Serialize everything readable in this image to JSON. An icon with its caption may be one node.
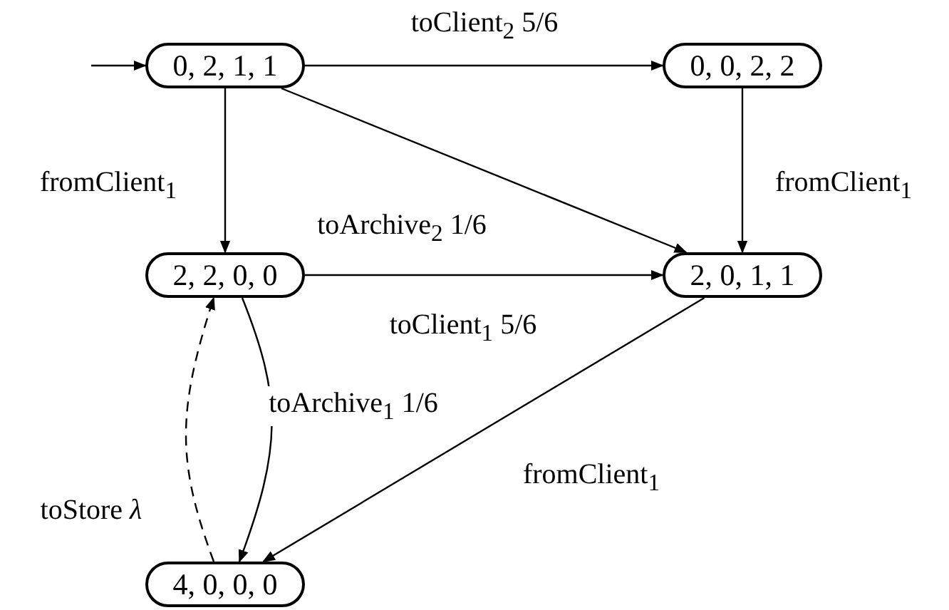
{
  "diagram": {
    "nodes": [
      {
        "text": [
          "0, 2, 1, 1"
        ]
      },
      {
        "text": [
          "0, 0, 2, 2"
        ]
      },
      {
        "text": [
          "2, 2, 0, 0"
        ]
      },
      {
        "text": [
          "2, 0, 1, 1"
        ]
      },
      {
        "text": [
          "4, 0, 0, 0"
        ]
      }
    ],
    "edges": [
      {
        "from": null,
        "to": 0,
        "arrow": "to"
      },
      {
        "from": 0,
        "to": 1,
        "arrow": "to",
        "label": "toClient$_{2}$ 5/6"
      },
      {
        "from": 0,
        "to": 2,
        "arrow": "to",
        "label": "fromClient$_{1}$"
      },
      {
        "from": 0,
        "to": 3,
        "arrow": "to",
        "label": "toArchive$_{2}$ 1/6"
      },
      {
        "from": 1,
        "to": 3,
        "arrow": "to",
        "label": "fromClient$_{1}$"
      },
      {
        "from": 2,
        "to": 3,
        "arrow": "to",
        "label": "toClient$_{1}$ 5/6"
      },
      {
        "from": 2,
        "to": 4,
        "arrow": "to",
        "label": "toArchive$_{1}$ 1/6"
      },
      {
        "from": 3,
        "to": 4,
        "arrow": "to",
        "label": "fromClient$_{1}$"
      },
      {
        "from": 4,
        "to": 2,
        "arrow": "to",
        "label": "toStore *λ*",
        "style": "dashed"
      }
    ]
  }
}
